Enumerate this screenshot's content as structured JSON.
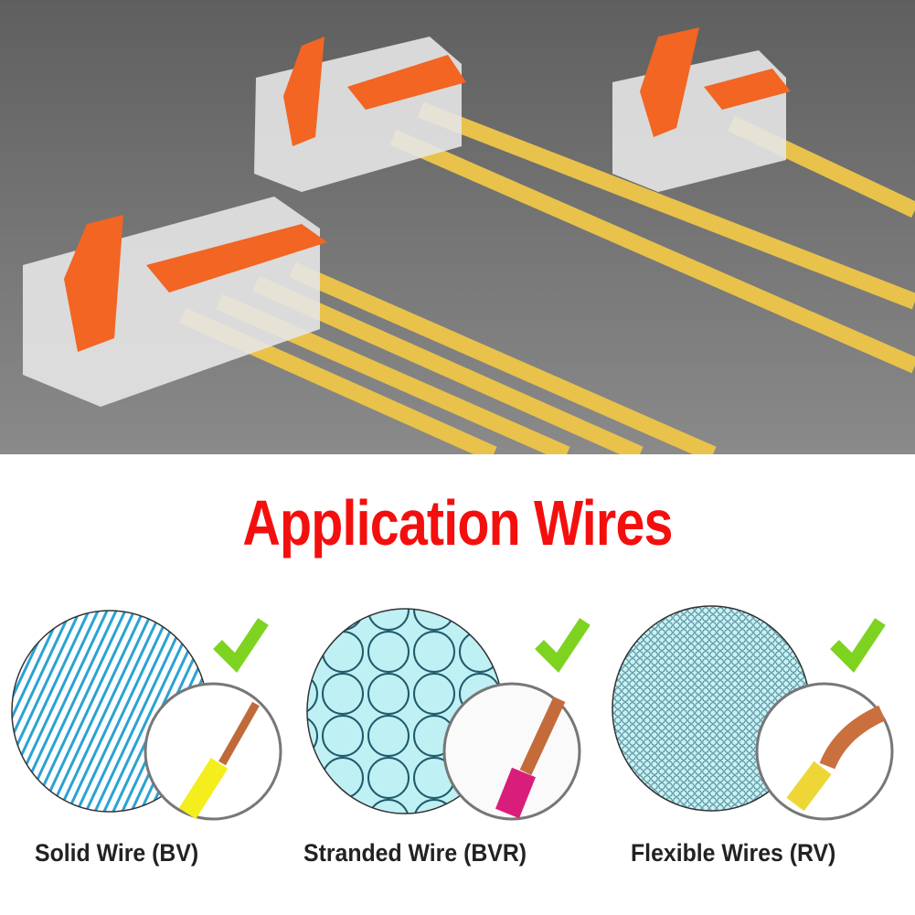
{
  "title": "Application Wires",
  "colors": {
    "title": "#f40f0f",
    "check": "#7ed321",
    "wire": "#e8c24a",
    "lever": "#f26522"
  },
  "wire_types": [
    {
      "label": "Solid Wire (BV)",
      "icon": "checkmark-icon"
    },
    {
      "label": "Stranded Wire (BVR)",
      "icon": "checkmark-icon"
    },
    {
      "label": "Flexible Wires (RV)",
      "icon": "checkmark-icon"
    }
  ]
}
